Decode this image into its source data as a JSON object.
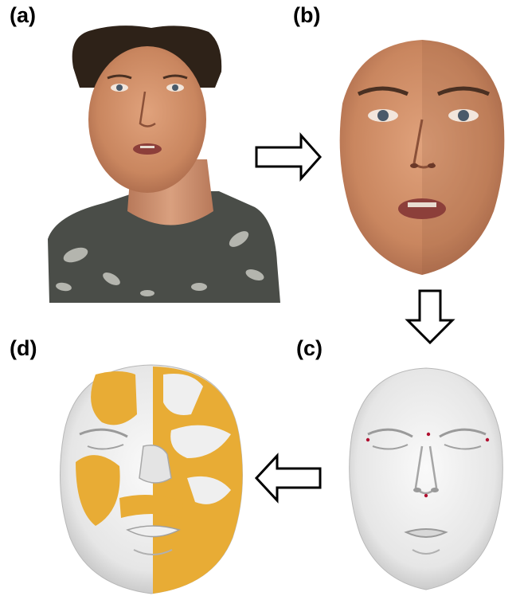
{
  "panels": [
    {
      "label": "(a)"
    },
    {
      "label": "(b)"
    },
    {
      "label": "(c)"
    },
    {
      "label": "(d)"
    }
  ],
  "arrows": [
    "right",
    "down",
    "left"
  ],
  "colors": {
    "skin": "#d4946e",
    "skin_shadow": "#a8684a",
    "hair": "#2e2218",
    "shirt": "#4a4d48",
    "mesh": "#efefef",
    "mesh_shadow": "#b8b8b8",
    "overlay": "#e8ac35",
    "landmark": "#b01030"
  }
}
